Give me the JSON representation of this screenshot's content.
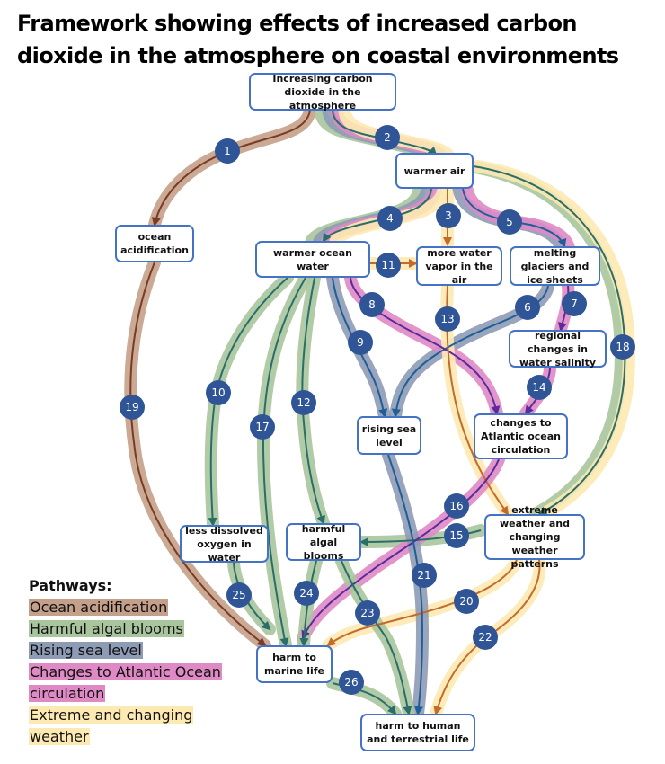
{
  "title": {
    "line1": "Framework showing effects of increased carbon",
    "line2": "dioxide in the atmosphere on coastal environments"
  },
  "colors": {
    "node_border": "#4472c4",
    "badge": "#2f5596",
    "ocean_acidification": "#c4a08a",
    "harmful_algal_blooms": "#a9c59d",
    "rising_sea_level": "#8e9bb5",
    "atlantic_circulation": "#df8ac5",
    "extreme_weather": "#fde9b2"
  },
  "nodes": {
    "co2": "Increasing carbon dioxide in the atmosphere",
    "warmer_air": "warmer air",
    "ocean_acidification": "ocean acidification",
    "warmer_ocean_water": "warmer ocean water",
    "water_vapor": "more water vapor in the air",
    "melting_glaciers": "melting glaciers and ice sheets",
    "salinity": "regional changes in water salinity",
    "rising_sea_level": "rising sea level",
    "atlantic_circulation": "changes to Atlantic ocean circulation",
    "less_oxygen": "less dissolved oxygen in water",
    "algal_blooms": "harmful algal blooms",
    "extreme_weather": "extreme weather and changing weather patterns",
    "harm_marine": "harm to marine life",
    "harm_human": "harm to human and terrestrial life"
  },
  "links": [
    {
      "n": "1",
      "from": "co2",
      "to": "ocean_acidification",
      "pathways": [
        "ocean_acidification"
      ]
    },
    {
      "n": "2",
      "from": "co2",
      "to": "warmer_air",
      "pathways": [
        "harmful_algal_blooms",
        "rising_sea_level",
        "atlantic_circulation",
        "extreme_weather"
      ]
    },
    {
      "n": "3",
      "from": "warmer_air",
      "to": "water_vapor",
      "pathways": [
        "extreme_weather"
      ]
    },
    {
      "n": "4",
      "from": "warmer_air",
      "to": "warmer_ocean_water",
      "pathways": [
        "harmful_algal_blooms",
        "rising_sea_level",
        "atlantic_circulation",
        "extreme_weather"
      ]
    },
    {
      "n": "5",
      "from": "warmer_air",
      "to": "melting_glaciers",
      "pathways": [
        "rising_sea_level",
        "atlantic_circulation"
      ]
    },
    {
      "n": "6",
      "from": "melting_glaciers",
      "to": "rising_sea_level",
      "pathways": [
        "rising_sea_level"
      ]
    },
    {
      "n": "7",
      "from": "melting_glaciers",
      "to": "salinity",
      "pathways": [
        "atlantic_circulation"
      ]
    },
    {
      "n": "8",
      "from": "warmer_ocean_water",
      "to": "atlantic_circulation",
      "pathways": [
        "atlantic_circulation"
      ]
    },
    {
      "n": "9",
      "from": "warmer_ocean_water",
      "to": "rising_sea_level",
      "pathways": [
        "rising_sea_level"
      ]
    },
    {
      "n": "10",
      "from": "warmer_ocean_water",
      "to": "less_oxygen",
      "pathways": [
        "harmful_algal_blooms"
      ]
    },
    {
      "n": "11",
      "from": "warmer_ocean_water",
      "to": "water_vapor",
      "pathways": [
        "extreme_weather"
      ]
    },
    {
      "n": "12",
      "from": "warmer_ocean_water",
      "to": "algal_blooms",
      "pathways": [
        "harmful_algal_blooms"
      ]
    },
    {
      "n": "13",
      "from": "water_vapor",
      "to": "extreme_weather",
      "pathways": [
        "extreme_weather"
      ]
    },
    {
      "n": "14",
      "from": "salinity",
      "to": "atlantic_circulation",
      "pathways": [
        "atlantic_circulation"
      ]
    },
    {
      "n": "15",
      "from": "extreme_weather",
      "to": "algal_blooms",
      "pathways": [
        "harmful_algal_blooms"
      ]
    },
    {
      "n": "16",
      "from": "atlantic_circulation",
      "to": "harm_marine",
      "pathways": [
        "atlantic_circulation"
      ]
    },
    {
      "n": "17",
      "from": "warmer_ocean_water",
      "to": "harm_marine",
      "pathways": [
        "harmful_algal_blooms"
      ]
    },
    {
      "n": "18",
      "from": "warmer_air",
      "to": "extreme_weather",
      "pathways": [
        "harmful_algal_blooms",
        "extreme_weather"
      ]
    },
    {
      "n": "19",
      "from": "ocean_acidification",
      "to": "harm_marine",
      "pathways": [
        "ocean_acidification"
      ]
    },
    {
      "n": "20",
      "from": "extreme_weather",
      "to": "harm_marine",
      "pathways": [
        "extreme_weather"
      ]
    },
    {
      "n": "21",
      "from": "rising_sea_level",
      "to": "harm_human",
      "pathways": [
        "rising_sea_level"
      ]
    },
    {
      "n": "22",
      "from": "extreme_weather",
      "to": "harm_human",
      "pathways": [
        "extreme_weather"
      ]
    },
    {
      "n": "23",
      "from": "algal_blooms",
      "to": "harm_human",
      "pathways": [
        "harmful_algal_blooms"
      ]
    },
    {
      "n": "24",
      "from": "algal_blooms",
      "to": "harm_marine",
      "pathways": [
        "harmful_algal_blooms"
      ]
    },
    {
      "n": "25",
      "from": "less_oxygen",
      "to": "harm_marine",
      "pathways": [
        "harmful_algal_blooms"
      ]
    },
    {
      "n": "26",
      "from": "harm_marine",
      "to": "harm_human",
      "pathways": [
        "harmful_algal_blooms"
      ]
    }
  ],
  "legend": {
    "heading": "Pathways:",
    "items": [
      {
        "key": "ocean_acidification",
        "line1": "Ocean acidification",
        "line2": ""
      },
      {
        "key": "harmful_algal_blooms",
        "line1": "Harmful algal blooms",
        "line2": ""
      },
      {
        "key": "rising_sea_level",
        "line1": "Rising sea level",
        "line2": ""
      },
      {
        "key": "atlantic_circulation",
        "line1": "Changes to Atlantic Ocean",
        "line2": "circulation"
      },
      {
        "key": "extreme_weather",
        "line1": "Extreme and changing",
        "line2": "weather"
      }
    ]
  }
}
